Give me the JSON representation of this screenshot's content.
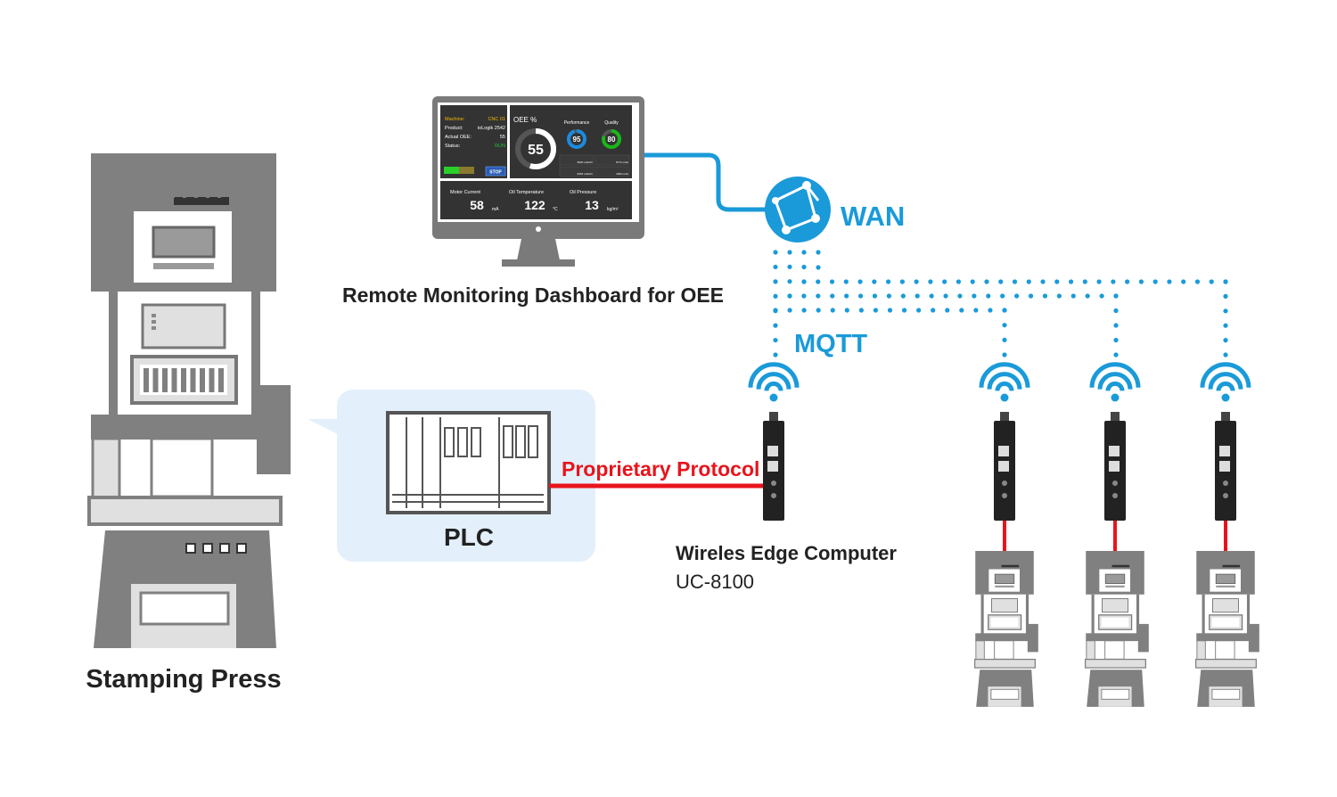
{
  "labels": {
    "stamping_press": "Stamping Press",
    "plc": "PLC",
    "protocol": "Proprietary Protocol",
    "dashboard": "Remote Monitoring Dashboard for OEE",
    "wan": "WAN",
    "mqtt": "MQTT",
    "edge_title": "Wireles Edge Computer",
    "edge_model": "UC-8100"
  },
  "dashboard": {
    "machine_label": "Machine:",
    "machine_value": "CNC 01",
    "product_label": "Product:",
    "product_value": "ioLogik 2542",
    "oee_label": "Actual OEE:",
    "oee_value": "55",
    "status_label": "Status:",
    "status_value": "RUN",
    "stop_button": "STOP",
    "oee_title": "OEE %",
    "oee_gauge": "55",
    "oee_fraction": 0.55,
    "performance_title": "Performance",
    "performance_value": "95",
    "performance_fraction": 0.95,
    "quality_title": "Quality",
    "quality_value": "80",
    "quality_fraction": 0.8,
    "stats": [
      "8920 units/hr",
      "8771 units",
      "8464 units/hr",
      "1693 units"
    ],
    "motor_current_label": "Motor Current",
    "motor_current_value": "58",
    "motor_current_unit": "mA",
    "oil_temp_label": "Oil Temperature",
    "oil_temp_value": "122",
    "oil_temp_unit": "°C",
    "oil_pressure_label": "Oil Pressure",
    "oil_pressure_value": "13",
    "oil_pressure_unit": "kg/m²"
  },
  "colors": {
    "network": "#1a9ad9",
    "protocol": "#e8141c",
    "machine": "#808080",
    "bubble": "#e3effb"
  }
}
